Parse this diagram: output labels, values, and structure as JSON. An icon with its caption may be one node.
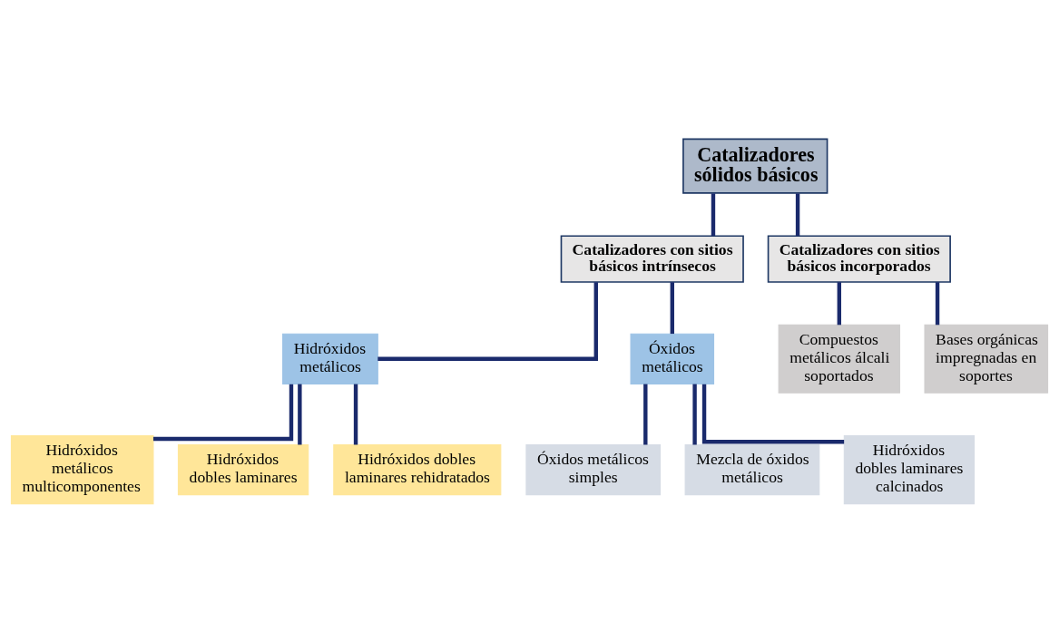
{
  "diagram": {
    "nodes": [
      {
        "text": [
          "Catalizadores sólidos básicos"
        ]
      },
      {
        "text": [
          "Catalizadores con sitios básicos intrínsecos"
        ]
      },
      {
        "text": [
          "Catalizadores con sitios básicos incorporados"
        ]
      },
      {
        "text": [
          "Hidróxidos metálicos"
        ]
      },
      {
        "text": [
          "Óxidos metálicos"
        ]
      },
      {
        "text": [
          "Compuestos metálicos álcali soportados"
        ]
      },
      {
        "text": [
          "Bases orgánicas impregnadas en soportes"
        ]
      },
      {
        "text": [
          "Hidróxidos metálicos multicomponentes"
        ]
      },
      {
        "text": [
          "Hidróxidos dobles laminares"
        ]
      },
      {
        "text": [
          "Hidróxidos dobles laminares rehidratados"
        ]
      },
      {
        "text": [
          "Óxidos metálicos simples"
        ]
      },
      {
        "text": [
          "Mezcla de óxidos metálicos"
        ]
      },
      {
        "text": [
          "Hidróxidos dobles laminares calcinados"
        ]
      }
    ],
    "edges": [
      {
        "from": 0,
        "to": 1,
        "arrow": "none"
      },
      {
        "from": 0,
        "to": 2,
        "arrow": "none"
      },
      {
        "from": 1,
        "to": 3,
        "arrow": "none"
      },
      {
        "from": 1,
        "to": 4,
        "arrow": "none"
      },
      {
        "from": 2,
        "to": 5,
        "arrow": "none"
      },
      {
        "from": 2,
        "to": 6,
        "arrow": "none"
      },
      {
        "from": 3,
        "to": 7,
        "arrow": "none"
      },
      {
        "from": 3,
        "to": 8,
        "arrow": "none"
      },
      {
        "from": 3,
        "to": 9,
        "arrow": "none"
      },
      {
        "from": 4,
        "to": 10,
        "arrow": "none"
      },
      {
        "from": 4,
        "to": 11,
        "arrow": "none"
      },
      {
        "from": 4,
        "to": 12,
        "arrow": "none"
      }
    ]
  }
}
